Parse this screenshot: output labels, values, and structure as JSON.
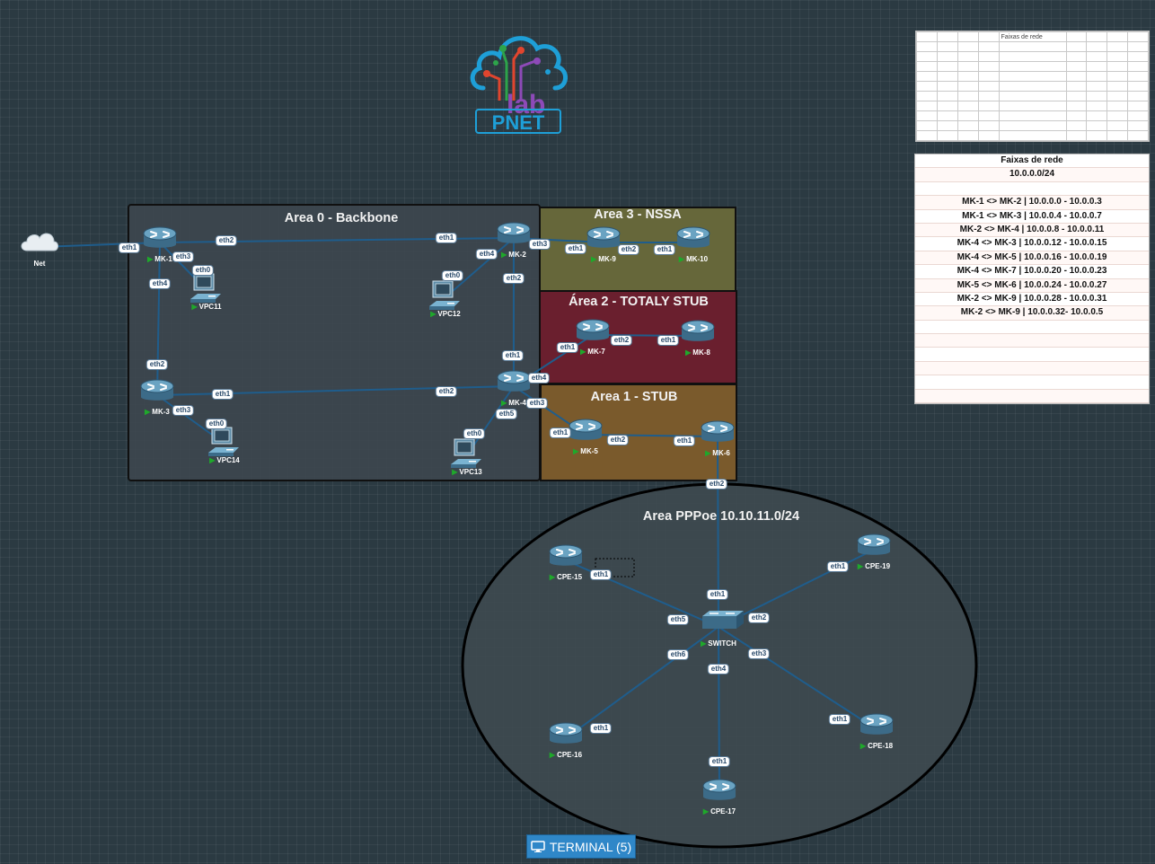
{
  "areas": {
    "area0": "Area 0 - Backbone",
    "area3": "Area 3 - NSSA",
    "area2": "Área 2 - TOTALY STUB",
    "area1": "Area 1 - STUB",
    "pppoe": "Area PPPoe 10.10.11.0/24"
  },
  "logo": {
    "text": "PNET",
    "sub": "lab"
  },
  "colors": {
    "area0": "#3d474f",
    "area3": "#66673a",
    "area2": "#6a1f2e",
    "area1": "#7a5a2c",
    "pppoe": "#3e4a50",
    "link": "#1f5d8c",
    "accent": "#2f87c8"
  },
  "nodes": [
    {
      "id": "net",
      "label": "Net",
      "type": "cloud",
      "icon": "cloud-icon"
    },
    {
      "id": "mk1",
      "label": "MK-1",
      "type": "router",
      "icon": "router-icon"
    },
    {
      "id": "mk2",
      "label": "MK-2",
      "type": "router",
      "icon": "router-icon"
    },
    {
      "id": "mk3",
      "label": "MK-3",
      "type": "router",
      "icon": "router-icon"
    },
    {
      "id": "mk4",
      "label": "MK-4",
      "type": "router",
      "icon": "router-icon"
    },
    {
      "id": "mk5",
      "label": "MK-5",
      "type": "router",
      "icon": "router-icon"
    },
    {
      "id": "mk6",
      "label": "MK-6",
      "type": "router",
      "icon": "router-icon"
    },
    {
      "id": "mk7",
      "label": "MK-7",
      "type": "router",
      "icon": "router-icon"
    },
    {
      "id": "mk8",
      "label": "MK-8",
      "type": "router",
      "icon": "router-icon"
    },
    {
      "id": "mk9",
      "label": "MK-9",
      "type": "router",
      "icon": "router-icon"
    },
    {
      "id": "mk10",
      "label": "MK-10",
      "type": "router",
      "icon": "router-icon"
    },
    {
      "id": "vpc11",
      "label": "VPC11",
      "type": "pc",
      "icon": "pc-icon"
    },
    {
      "id": "vpc12",
      "label": "VPC12",
      "type": "pc",
      "icon": "pc-icon"
    },
    {
      "id": "vpc13",
      "label": "VPC13",
      "type": "pc",
      "icon": "pc-icon"
    },
    {
      "id": "vpc14",
      "label": "VPC14",
      "type": "pc",
      "icon": "pc-icon"
    },
    {
      "id": "switch",
      "label": "SWITCH",
      "type": "switch",
      "icon": "switch-icon"
    },
    {
      "id": "cpe15",
      "label": "CPE-15",
      "type": "router",
      "icon": "router-icon"
    },
    {
      "id": "cpe16",
      "label": "CPE-16",
      "type": "router",
      "icon": "router-icon"
    },
    {
      "id": "cpe17",
      "label": "CPE-17",
      "type": "router",
      "icon": "router-icon"
    },
    {
      "id": "cpe18",
      "label": "CPE-18",
      "type": "router",
      "icon": "router-icon"
    },
    {
      "id": "cpe19",
      "label": "CPE-19",
      "type": "router",
      "icon": "router-icon"
    }
  ],
  "links": [
    {
      "a": "net",
      "b": "mk1",
      "ia": "",
      "ib": "eth1"
    },
    {
      "a": "mk1",
      "b": "mk2",
      "ia": "eth2",
      "ib": "eth1"
    },
    {
      "a": "mk1",
      "b": "vpc11",
      "ia": "eth3",
      "ib": "eth0"
    },
    {
      "a": "mk1",
      "b": "mk3",
      "ia": "eth4",
      "ib": "eth2"
    },
    {
      "a": "mk2",
      "b": "vpc12",
      "ia": "eth4",
      "ib": "eth0"
    },
    {
      "a": "mk2",
      "b": "mk4",
      "ia": "eth2",
      "ib": "eth1"
    },
    {
      "a": "mk2",
      "b": "mk9",
      "ia": "eth3",
      "ib": "eth1"
    },
    {
      "a": "mk9",
      "b": "mk10",
      "ia": "eth2",
      "ib": "eth1"
    },
    {
      "a": "mk3",
      "b": "mk4",
      "ia": "eth1",
      "ib": "eth2"
    },
    {
      "a": "mk3",
      "b": "vpc14",
      "ia": "eth3",
      "ib": "eth0"
    },
    {
      "a": "mk4",
      "b": "mk7",
      "ia": "eth4",
      "ib": "eth1"
    },
    {
      "a": "mk7",
      "b": "mk8",
      "ia": "eth2",
      "ib": "eth1"
    },
    {
      "a": "mk4",
      "b": "mk5",
      "ia": "eth3",
      "ib": "eth1"
    },
    {
      "a": "mk4",
      "b": "vpc13",
      "ia": "eth5",
      "ib": "eth0"
    },
    {
      "a": "mk5",
      "b": "mk6",
      "ia": "eth2",
      "ib": "eth1"
    },
    {
      "a": "mk6",
      "b": "switch",
      "ia": "eth2",
      "ib": "eth1"
    },
    {
      "a": "switch",
      "b": "cpe15",
      "ia": "eth5",
      "ib": "eth1"
    },
    {
      "a": "switch",
      "b": "cpe19",
      "ia": "eth2",
      "ib": "eth1"
    },
    {
      "a": "switch",
      "b": "cpe16",
      "ia": "eth6",
      "ib": "eth1"
    },
    {
      "a": "switch",
      "b": "cpe17",
      "ia": "eth4",
      "ib": "eth1"
    },
    {
      "a": "switch",
      "b": "cpe18",
      "ia": "eth3",
      "ib": "eth1"
    }
  ],
  "top_table": {
    "header": "Faixas de rede"
  },
  "network_table": {
    "title": "Faixas de rede",
    "rows": [
      "10.0.0.0/24",
      "",
      "MK-1 <> MK-2 | 10.0.0.0 - 10.0.0.3",
      "MK-1 <> MK-3 | 10.0.0.4 - 10.0.0.7",
      "MK-2 <> MK-4 | 10.0.0.8 - 10.0.0.11",
      "MK-4 <> MK-3 | 10.0.0.12 - 10.0.0.15",
      "MK-4 <> MK-5 | 10.0.0.16 - 10.0.0.19",
      "MK-4 <> MK-7 | 10.0.0.20 - 10.0.0.23",
      "MK-5 <> MK-6 | 10.0.0.24 - 10.0.0.27",
      "MK-2 <> MK-9 | 10.0.0.28 - 10.0.0.31",
      "MK-2 <> MK-9 | 10.0.0.32- 10.0.0.5",
      "",
      "",
      "",
      "",
      "",
      ""
    ]
  },
  "terminal": {
    "label": "TERMINAL (5)",
    "icon": "monitor-icon"
  }
}
